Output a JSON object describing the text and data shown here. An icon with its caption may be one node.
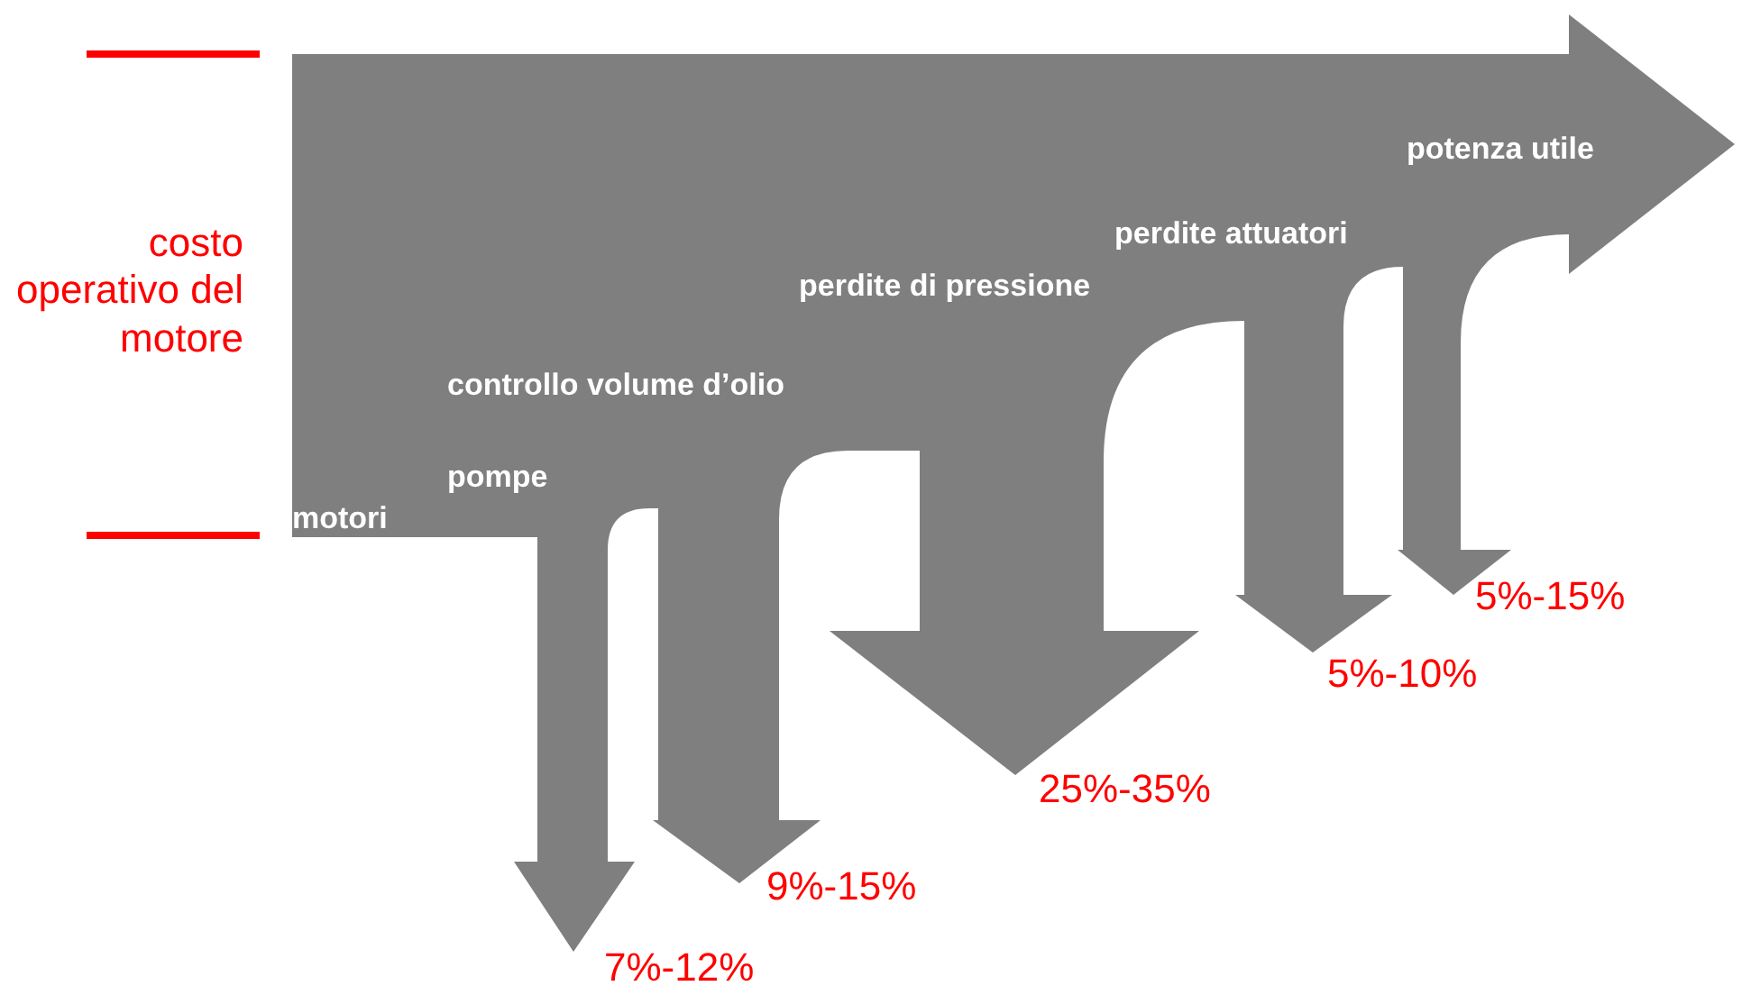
{
  "diagram": {
    "labels": [
      "potenza utile",
      "costo operativo del motore",
      "perdite attuatori",
      "perdite di pressione",
      "controllo volume d’olio",
      "pompe",
      "motori",
      "5%-15%",
      "5%-10%",
      "25%-35%",
      "9%-15%",
      "7%-12%"
    ]
  }
}
